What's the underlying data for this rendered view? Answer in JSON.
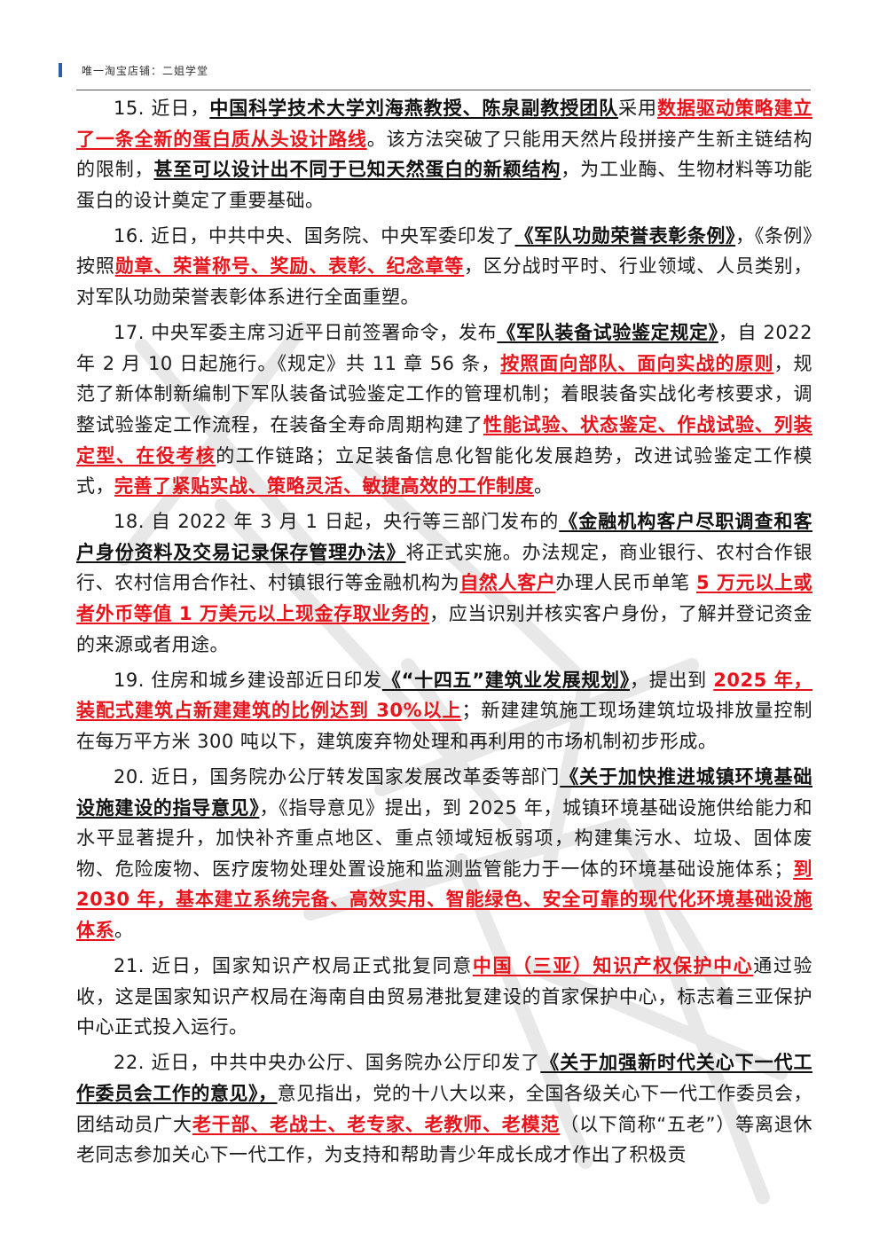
{
  "header": {
    "text": "唯一淘宝店铺：二姐学堂"
  },
  "items": [
    {
      "num": "15.",
      "segments": [
        {
          "t": " 近日，",
          "s": "n"
        },
        {
          "t": "中国科学技术大学刘海燕教授、陈泉副教授团队",
          "s": "kb"
        },
        {
          "t": "采用",
          "s": "n"
        },
        {
          "t": "数据驱动策略建立了一条全新的蛋白质从头设计路线",
          "s": "kr"
        },
        {
          "t": "。该方法突破了只能用天然片段拼接产生新主链结构的限制，",
          "s": "n"
        },
        {
          "t": "甚至可以设计出不同于已知天然蛋白的新颖结构",
          "s": "kb"
        },
        {
          "t": "，为工业酶、生物材料等功能蛋白的设计奠定了重要基础。",
          "s": "n"
        }
      ]
    },
    {
      "num": "16.",
      "segments": [
        {
          "t": " 近日，中共中央、国务院、中央军委印发了",
          "s": "n"
        },
        {
          "t": "《军队功勋荣誉表彰条例》",
          "s": "kb"
        },
        {
          "t": "，《条例》按照",
          "s": "n"
        },
        {
          "t": "勋章、荣誉称号、奖励、表彰、纪念章等",
          "s": "kr"
        },
        {
          "t": "，区分战时平时、行业领域、人员类别，对军队功勋荣誉表彰体系进行全面重塑。",
          "s": "n"
        }
      ]
    },
    {
      "num": "17.",
      "segments": [
        {
          "t": " 中央军委主席习近平日前签署命令，发布",
          "s": "n"
        },
        {
          "t": "《军队装备试验鉴定规定》",
          "s": "kb"
        },
        {
          "t": "，自 2022 年 2 月 10 日起施行。《规定》共 11 章 56 条，",
          "s": "n"
        },
        {
          "t": "按照面向部队、面向实战的原则",
          "s": "kr"
        },
        {
          "t": "，规范了新体制新编制下军队装备试验鉴定工作的管理机制；着眼装备实战化考核要求，调整试验鉴定工作流程，在装备全寿命周期构建了",
          "s": "n"
        },
        {
          "t": "性能试验、状态鉴定、作战试验、列装定型、在役考核",
          "s": "kr"
        },
        {
          "t": "的工作链路；立足装备信息化智能化发展趋势，改进试验鉴定工作模式，",
          "s": "n"
        },
        {
          "t": "完善了紧贴实战、策略灵活、敏捷高效的工作制度",
          "s": "kr"
        },
        {
          "t": "。",
          "s": "n"
        }
      ]
    },
    {
      "num": "18.",
      "segments": [
        {
          "t": " 自 2022 年 3 月 1 日起，央行等三部门发布的",
          "s": "n"
        },
        {
          "t": "《金融机构客户尽职调查和客户身份资料及交易记录保存管理办法》",
          "s": "kb"
        },
        {
          "t": "将正式实施。办法规定，商业银行、农村合作银行、农村信用合作社、村镇银行等金融机构为",
          "s": "n"
        },
        {
          "t": "自然人客户",
          "s": "kr"
        },
        {
          "t": "办理人民币单笔 ",
          "s": "n"
        },
        {
          "t": "5 万元以上或者外币等值 1 万美元以上现金存取业务的",
          "s": "kr"
        },
        {
          "t": "，应当识别并核实客户身份，了解并登记资金的来源或者用途。",
          "s": "n"
        }
      ]
    },
    {
      "num": "19.",
      "segments": [
        {
          "t": " 住房和城乡建设部近日印发",
          "s": "n"
        },
        {
          "t": "《“十四五”建筑业发展规划》",
          "s": "kb"
        },
        {
          "t": "，提出到 ",
          "s": "n"
        },
        {
          "t": "2025 年，装配式建筑占新建建筑的比例达到 30%以上",
          "s": "kr"
        },
        {
          "t": "；新建建筑施工现场建筑垃圾排放量控制在每万平方米 300 吨以下，建筑废弃物处理和再利用的市场机制初步形成。",
          "s": "n"
        }
      ]
    },
    {
      "num": "20.",
      "segments": [
        {
          "t": " 近日，国务院办公厅转发国家发展改革委等部门",
          "s": "n"
        },
        {
          "t": "《关于加快推进城镇环境基础设施建设的指导意见》",
          "s": "kb"
        },
        {
          "t": "，《指导意见》提出，到 2025 年，城镇环境基础设施供给能力和水平显著提升，加快补齐重点地区、重点领域短板弱项，构建集污水、垃圾、固体废物、危险废物、医疗废物处理处置设施和监测监管能力于一体的环境基础设施体系；",
          "s": "n"
        },
        {
          "t": "到 2030 年，基本建立系统完备、高效实用、智能绿色、安全可靠的现代化环境基础设施体系",
          "s": "kr"
        },
        {
          "t": "。",
          "s": "n"
        }
      ]
    },
    {
      "num": "21.",
      "segments": [
        {
          "t": " 近日，国家知识产权局正式批复同意",
          "s": "n"
        },
        {
          "t": "中国（三亚）知识产权保护中心",
          "s": "kr"
        },
        {
          "t": "通过验收，这是国家知识产权局在海南自由贸易港批复建设的首家保护中心，标志着三亚保护中心正式投入运行。",
          "s": "n"
        }
      ]
    },
    {
      "num": "22.",
      "segments": [
        {
          "t": " 近日，中共中央办公厅、国务院办公厅印发了",
          "s": "n"
        },
        {
          "t": "《关于加强新时代关心下一代工作委员会工作的意见》，",
          "s": "kb"
        },
        {
          "t": "意见指出，党的十八大以来，全国各级关心下一代工作委员会，团结动员广大",
          "s": "n"
        },
        {
          "t": "老干部、老战士、老专家、老教师、老模范",
          "s": "kr"
        },
        {
          "t": "（以下简称“五老”）等离退休老同志参加关心下一代工作，为支持和帮助青少年成长成才作出了积极贡",
          "s": "n"
        }
      ]
    }
  ]
}
